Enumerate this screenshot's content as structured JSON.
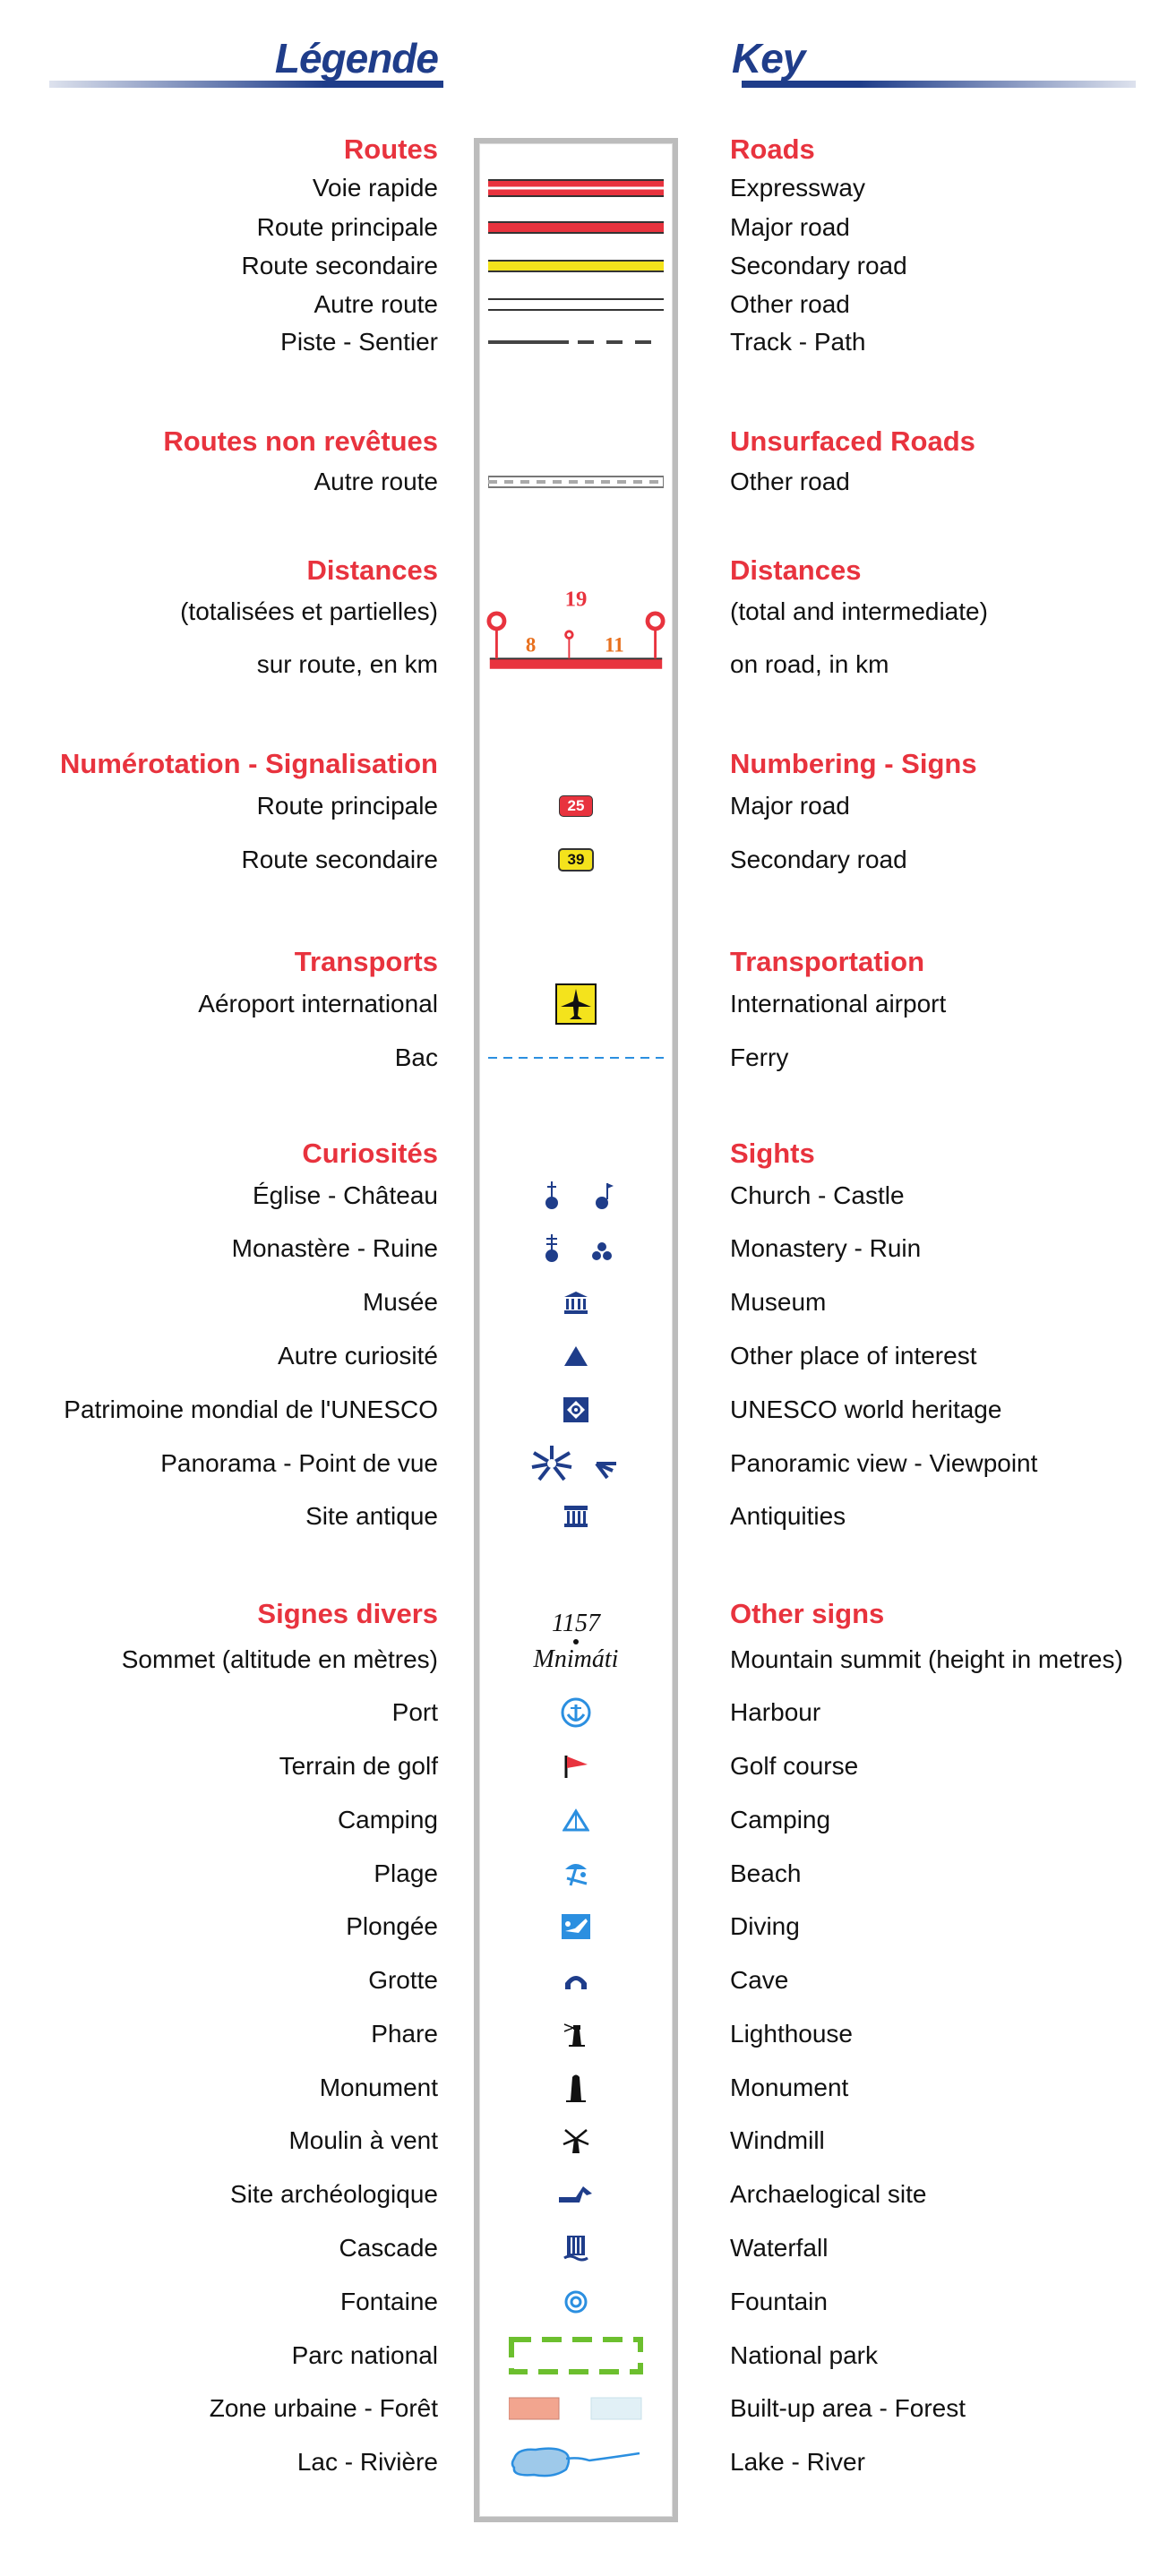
{
  "header": {
    "left_title": "Légende",
    "right_title": "Key"
  },
  "colors": {
    "accent_red": "#e8333e",
    "title_blue": "#1f3d8a",
    "symbol_blue": "#1f3d8a",
    "water_blue": "#2b8fe0"
  },
  "sections": [
    {
      "fr": "Routes",
      "en": "Roads",
      "items": [
        {
          "fr": "Voie rapide",
          "en": "Expressway",
          "icon": "expressway-line"
        },
        {
          "fr": "Route principale",
          "en": "Major road",
          "icon": "major-road-line"
        },
        {
          "fr": "Route secondaire",
          "en": "Secondary road",
          "icon": "secondary-road-line"
        },
        {
          "fr": "Autre route",
          "en": "Other road",
          "icon": "other-road-line"
        },
        {
          "fr": "Piste - Sentier",
          "en": "Track - Path",
          "icon": "track-path-line"
        }
      ]
    },
    {
      "fr": "Routes non revêtues",
      "en": "Unsurfaced Roads",
      "items": [
        {
          "fr": "Autre route",
          "en": "Other road",
          "icon": "unsurfaced-road-line"
        }
      ]
    },
    {
      "fr": "Distances",
      "en": "Distances",
      "items": [
        {
          "fr": "(totalisées et partielles)",
          "en": "(total and intermediate)",
          "icon": "none"
        },
        {
          "fr": "sur route, en km",
          "en": "on road, in km",
          "icon": "distance-marker",
          "labels": {
            "total": "19",
            "part1": "8",
            "part2": "11"
          }
        }
      ]
    },
    {
      "fr": "Numérotation - Signalisation",
      "en": "Numbering - Signs",
      "items": [
        {
          "fr": "Route principale",
          "en": "Major road",
          "icon": "road-number-red",
          "number": "25"
        },
        {
          "fr": "Route secondaire",
          "en": "Secondary road",
          "icon": "road-number-yellow",
          "number": "39"
        }
      ]
    },
    {
      "fr": "Transports",
      "en": "Transportation",
      "items": [
        {
          "fr": "Aéroport  international",
          "en": "International airport",
          "icon": "airport"
        },
        {
          "fr": "Bac",
          "en": "Ferry",
          "icon": "ferry-line"
        }
      ]
    },
    {
      "fr": "Curiosités",
      "en": "Sights",
      "items": [
        {
          "fr": "Église - Château",
          "en": "Church - Castle",
          "icon": "church-castle"
        },
        {
          "fr": "Monastère - Ruine",
          "en": "Monastery - Ruin",
          "icon": "monastery-ruin"
        },
        {
          "fr": "Musée",
          "en": "Museum",
          "icon": "museum"
        },
        {
          "fr": "Autre curiosité",
          "en": "Other place of interest",
          "icon": "triangle"
        },
        {
          "fr": "Patrimoine mondial de l'UNESCO",
          "en": "UNESCO world heritage",
          "icon": "unesco"
        },
        {
          "fr": "Panorama - Point de vue",
          "en": "Panoramic view - Viewpoint",
          "icon": "panorama"
        },
        {
          "fr": "Site antique",
          "en": "Antiquities",
          "icon": "antiquities"
        }
      ]
    },
    {
      "fr": "Signes divers",
      "en": "Other signs",
      "items": [
        {
          "fr": "Sommet (altitude en mètres)",
          "en": "Mountain summit (height in metres)",
          "icon": "summit",
          "summit": {
            "height": "1157",
            "name": "Mnimáti"
          }
        },
        {
          "fr": "Port",
          "en": "Harbour",
          "icon": "anchor"
        },
        {
          "fr": "Terrain de golf",
          "en": "Golf course",
          "icon": "golf-flag"
        },
        {
          "fr": "Camping",
          "en": "Camping",
          "icon": "tent"
        },
        {
          "fr": "Plage",
          "en": "Beach",
          "icon": "beach"
        },
        {
          "fr": "Plongée",
          "en": "Diving",
          "icon": "diving"
        },
        {
          "fr": "Grotte",
          "en": "Cave",
          "icon": "cave"
        },
        {
          "fr": "Phare",
          "en": "Lighthouse",
          "icon": "lighthouse"
        },
        {
          "fr": "Monument",
          "en": "Monument",
          "icon": "monument"
        },
        {
          "fr": "Moulin à vent",
          "en": "Windmill",
          "icon": "windmill"
        },
        {
          "fr": "Site archéologique",
          "en": "Archaelogical site",
          "icon": "archaeological"
        },
        {
          "fr": "Cascade",
          "en": "Waterfall",
          "icon": "waterfall"
        },
        {
          "fr": "Fontaine",
          "en": "Fountain",
          "icon": "fountain"
        },
        {
          "fr": "Parc national",
          "en": "National park",
          "icon": "national-park"
        },
        {
          "fr": "Zone urbaine - Forêt",
          "en": "Built-up area - Forest",
          "icon": "urban-forest"
        },
        {
          "fr": "Lac - Rivière",
          "en": "Lake - River",
          "icon": "lake-river"
        }
      ]
    }
  ]
}
